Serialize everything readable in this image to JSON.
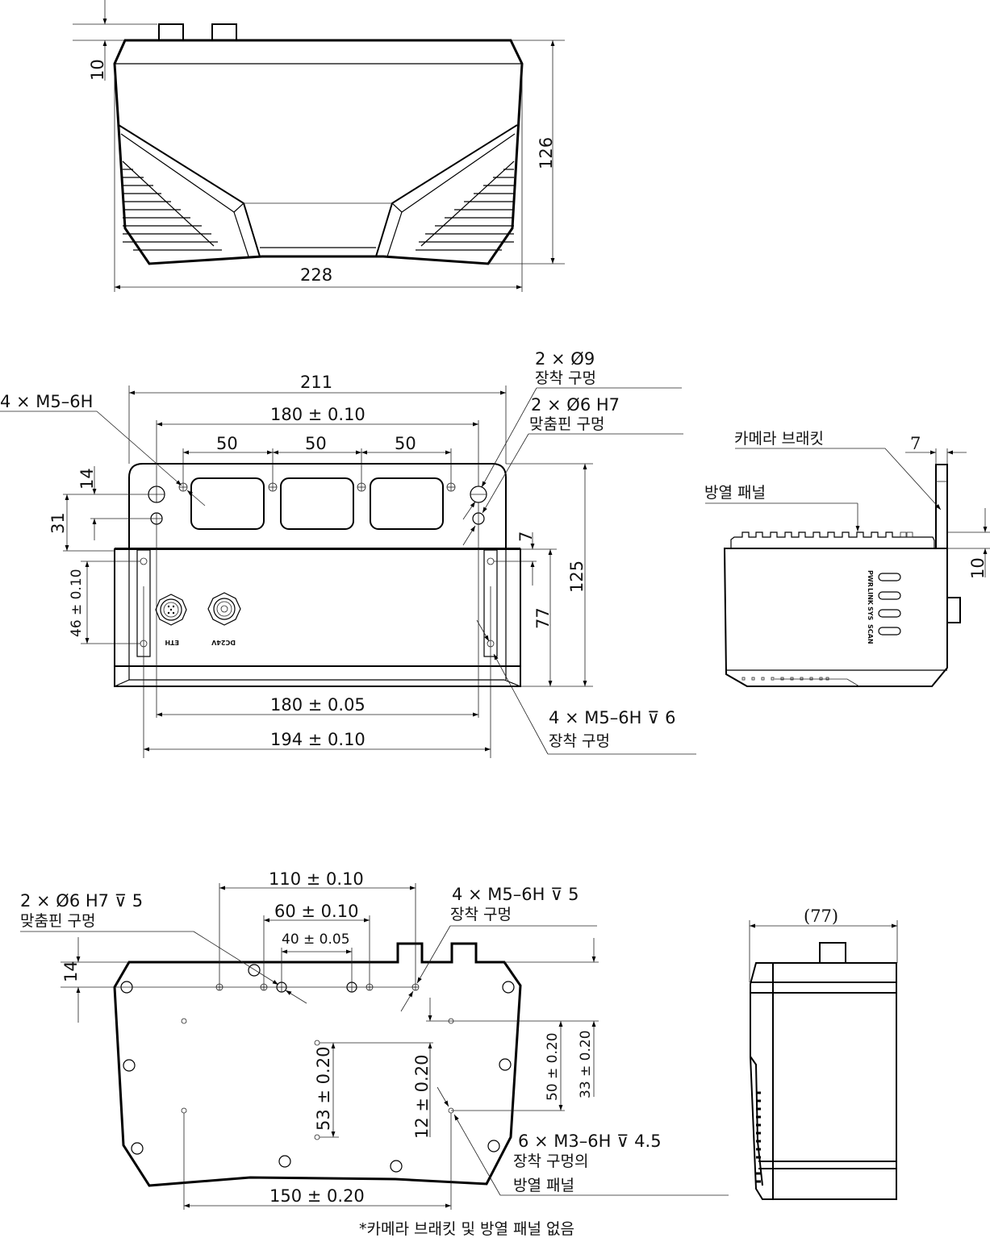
{
  "front_view": {
    "connector_height": "10",
    "height": "126",
    "width": "228"
  },
  "top_view": {
    "overall_width": "211",
    "hole_pitch_total": "180 ± 0.10",
    "hole_pitch_segments": [
      "50",
      "50",
      "50"
    ],
    "left_offset_vertical_1": "14",
    "left_offset_vertical_2": "31",
    "bracket_holes_spacing": "46 ± 0.10",
    "right_offset_7": "7",
    "body_depth": "77",
    "total_depth": "125",
    "bottom_pitch_1": "180 ± 0.05",
    "bottom_pitch_2": "194 ± 0.10",
    "callout_left": "4 × M5–6H",
    "callout_mount_holes": {
      "spec": "2 × Ø9",
      "label": "장착 구멍"
    },
    "callout_dowel_holes": {
      "spec": "2 × Ø6 H7",
      "label": "맞춤핀 구멍"
    },
    "callout_bottom_right": {
      "spec": "4 × M5–6H ⊽ 6",
      "label": "장착 구멍"
    },
    "connector_labels": [
      "ETH",
      "DC24V"
    ]
  },
  "side_view": {
    "bracket_label": "카메라 브래킷",
    "heat_panel_label": "방열 패널",
    "bracket_thickness": "7",
    "bracket_offset": "10",
    "led_labels": [
      "PWR",
      "LINK",
      "SYS",
      "SCAN"
    ]
  },
  "bottom_view": {
    "dim_110": "110 ± 0.10",
    "dim_60": "60 ± 0.10",
    "dim_40": "40 ± 0.05",
    "dim_14": "14",
    "dim_53": "53 ± 0.20",
    "dim_12": "12 ± 0.20",
    "dim_50": "50 ± 0.20",
    "dim_33": "33 ± 0.20",
    "dim_150": "150 ± 0.20",
    "callout_dowel": {
      "spec": "2 × Ø6 H7 ⊽ 5",
      "label": "맞춤핀 구멍"
    },
    "callout_mount": {
      "spec": "4 × M5–6H ⊽ 5",
      "label": "장착 구멍"
    },
    "callout_m3": {
      "spec": "6 × M3–6H ⊽ 4.5",
      "label_1": "장착 구멍의",
      "label_2": "방열 패널"
    },
    "footnote": "*카메라 브래킷 및 방열 패널 없음"
  },
  "right_side_view": {
    "width": "(77)"
  }
}
